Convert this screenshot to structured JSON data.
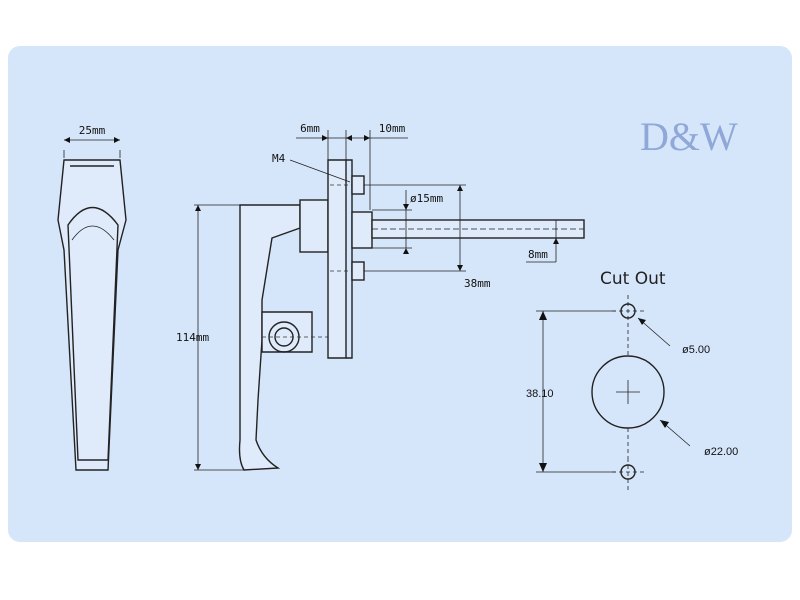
{
  "handle_dims": {
    "width": "25mm",
    "gap": "6mm",
    "plate": "10mm",
    "thread": "M4",
    "boss": "ø15mm",
    "spindle": "8mm",
    "length": "38mm",
    "height": "114mm"
  },
  "cutout": {
    "title": "Cut Out",
    "small_hole": "ø5.00",
    "large_hole": "ø22.00",
    "spacing": "38.10"
  },
  "logo": {
    "text": "D&W",
    "color": "#8fa8d8"
  },
  "colors": {
    "panel": "#d6e6fa",
    "line": "#222222"
  }
}
